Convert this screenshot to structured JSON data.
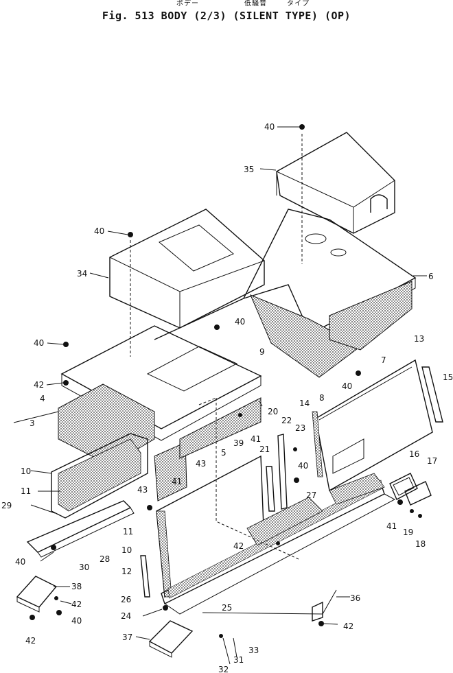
{
  "header": {
    "kana_body": "ボデー",
    "kana_silent": "低騒音",
    "kana_type": "タイプ",
    "title": "Fig. 513   BODY (2/3) (SILENT TYPE) (OP)"
  },
  "callouts": [
    "40",
    "35",
    "40",
    "6",
    "34",
    "40",
    "40",
    "13",
    "15",
    "42",
    "4",
    "3",
    "7",
    "8",
    "40",
    "9",
    "14",
    "10",
    "11",
    "29",
    "5",
    "39",
    "41",
    "43",
    "41",
    "20",
    "22",
    "23",
    "21",
    "40",
    "16",
    "17",
    "43",
    "27",
    "11",
    "10",
    "12",
    "42",
    "41",
    "19",
    "18",
    "40",
    "30",
    "28",
    "26",
    "25",
    "36",
    "38",
    "42",
    "40",
    "24",
    "42",
    "37",
    "33",
    "31",
    "32",
    "42"
  ]
}
